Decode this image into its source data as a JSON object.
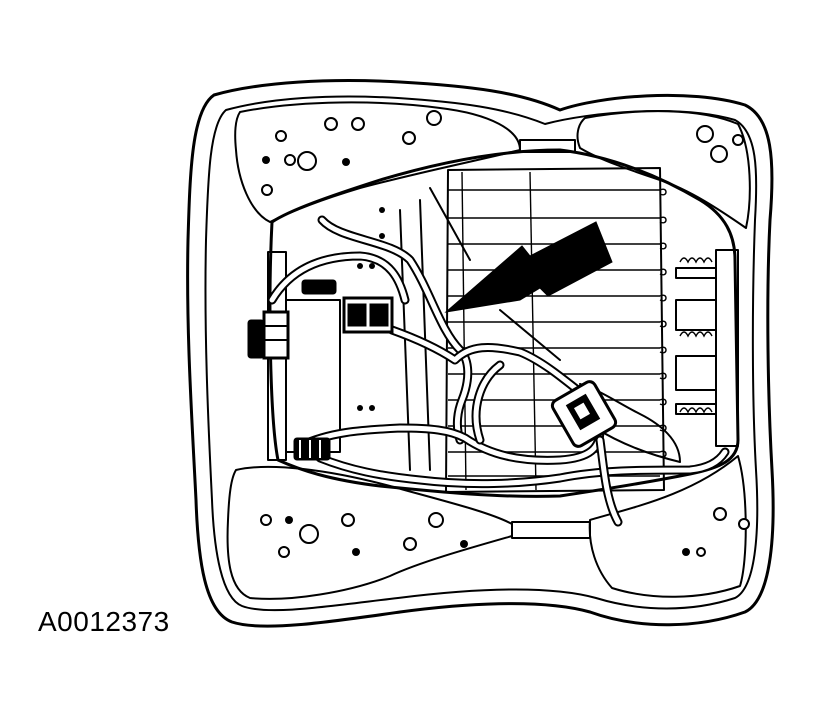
{
  "figure": {
    "id_label": "A0012373"
  },
  "colors": {
    "line": "#000000",
    "background": "#ffffff"
  },
  "parts": [
    "seat-cushion-frame",
    "front-bolster",
    "rear-bolster",
    "spring-mat",
    "wiring-harness",
    "electrical-connector-left",
    "electrical-connector-lower-left",
    "electrical-connector-center",
    "electrical-connector-right",
    "location-arrow"
  ]
}
